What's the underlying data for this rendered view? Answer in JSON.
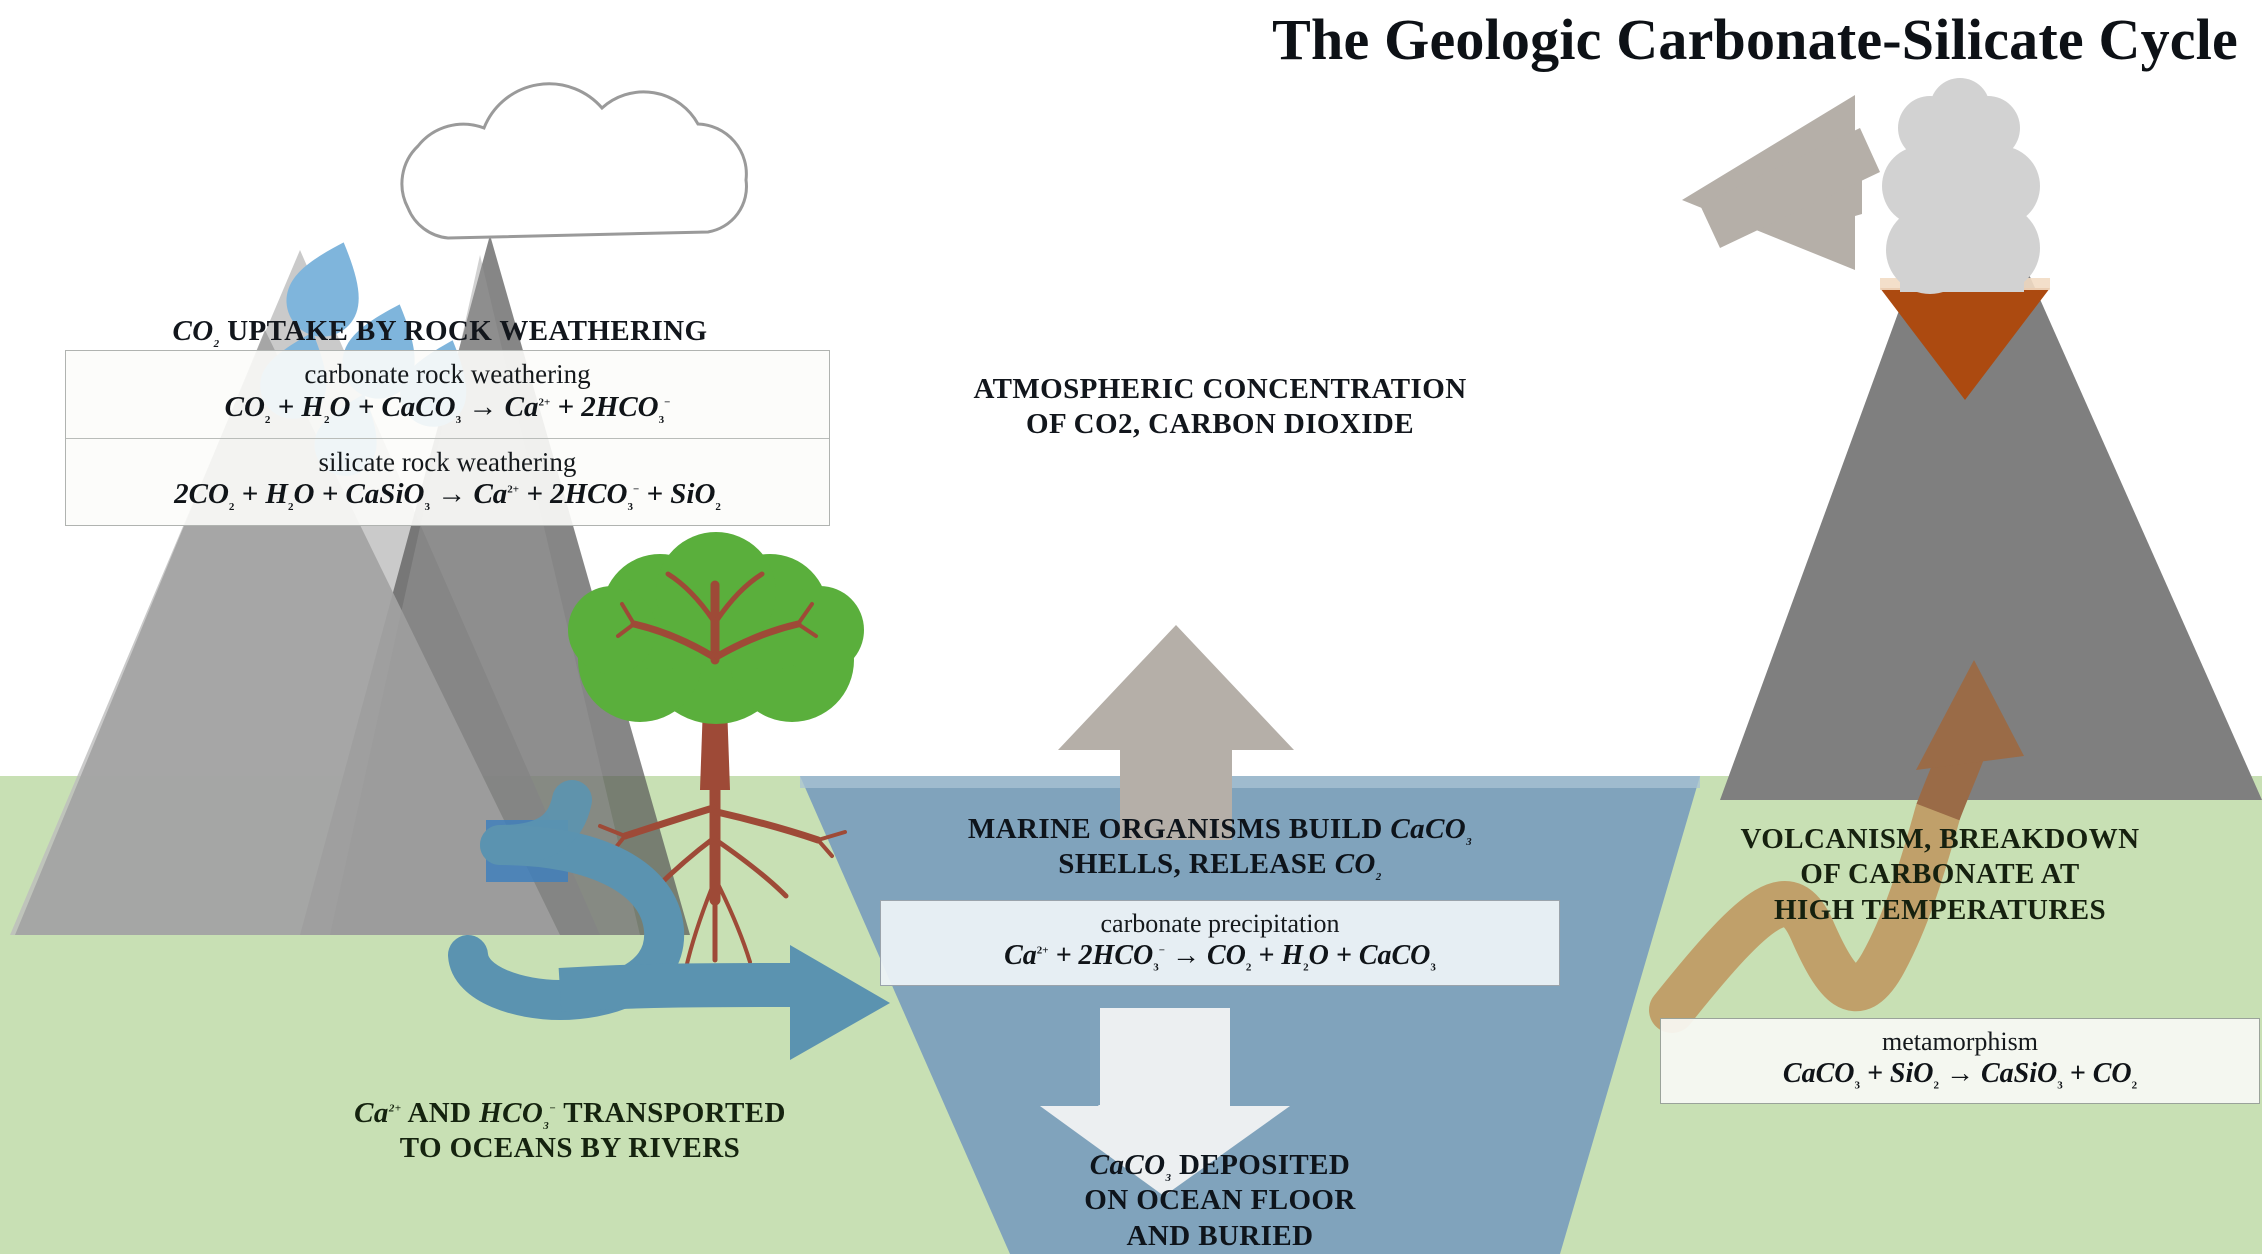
{
  "title": "The Geologic Carbonate-Silicate Cycle",
  "colors": {
    "sky": "#ffffff",
    "ground_green": "#c8e0b4",
    "ocean_blue": "#80a3bc",
    "mountain_gray": "#9e9e9e",
    "mountain_gray_dark": "#6f6f6f",
    "mountain_gray_light": "#d8d8d8",
    "volcano_gray": "#7f7f7f",
    "volcano_crater": "#ac4a10",
    "smoke_gray": "#d2d2d2",
    "arrow_gray": "#b5afa8",
    "arrow_white": "#eceff1",
    "river_blue": "#5b93b0",
    "raindrop_blue": "#7fb5dc",
    "tree_green": "#5aaf3c",
    "tree_trunk": "#9e4a37",
    "metamorph_arrow": "#c0a06a",
    "metamorph_arrowhead": "#9a6b47",
    "text_dark": "#12161c"
  },
  "sections": {
    "weathering": {
      "headline_pre": "CO",
      "headline_sub": "2",
      "headline_post": " UPTAKE BY ROCK WEATHERING",
      "equations": [
        {
          "name": "carbonate rock weathering",
          "equation": "CO₂ + H₂O + CaCO₃ → Ca²⁺ + 2HCO₃⁻"
        },
        {
          "name": "silicate rock weathering",
          "equation": "2CO₂ + H₂O + CaSiO₃ → Ca²⁺ + 2HCO₃⁻ + SiO₂"
        }
      ]
    },
    "atmosphere": {
      "line1": "ATMOSPHERIC CONCENTRATION",
      "line2": "OF CO2, CARBON DIOXIDE"
    },
    "marine": {
      "line1_pre": "MARINE ORGANISMS BUILD ",
      "line1_formula": "CaCO",
      "line1_sub": "3",
      "line2_pre": "SHELLS, RELEASE ",
      "line2_formula": "CO",
      "line2_sub": "2",
      "equation_name": "carbonate precipitation",
      "equation": "Ca²⁺ + 2HCO₃⁻ → CO₂ + H₂O + CaCO₃"
    },
    "volcanism": {
      "line1": "VOLCANISM, BREAKDOWN",
      "line2": "OF CARBONATE AT",
      "line3": "HIGH TEMPERATURES",
      "equation_name": "metamorphism",
      "equation": "CaCO₃ + SiO₂ → CaSiO₃ + CO₂"
    },
    "river": {
      "line1_a": "Ca",
      "line1_a_sup": "2+",
      "line1_b": " AND ",
      "line1_c": "HCO",
      "line1_c_sub": "3",
      "line1_c_sup": "−",
      "line1_d": " TRANSPORTED",
      "line2": "TO OCEANS BY RIVERS"
    },
    "deposition": {
      "line1_formula": "CaCO",
      "line1_sub": "3",
      "line1_post": " DEPOSITED",
      "line2": "ON OCEAN FLOOR",
      "line3": "AND BURIED"
    }
  },
  "icons": {
    "cloud": "cloud-icon",
    "raindrops": "raindrop-icon",
    "tree": "tree-icon",
    "volcano": "volcano-icon",
    "smoke": "smoke-plume-icon",
    "arrow_up": "arrow-up-icon",
    "arrow_down": "arrow-down-icon",
    "arrow_left": "arrow-left-icon",
    "river_arrow": "river-arrow-icon",
    "metamorph_arrow": "metamorphism-arrow-icon"
  }
}
